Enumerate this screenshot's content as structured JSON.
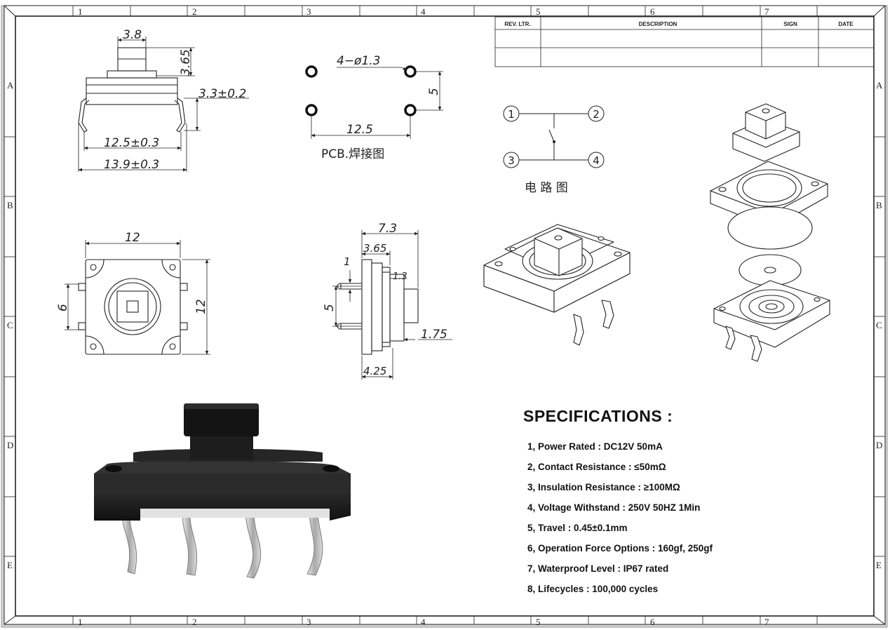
{
  "frame": {
    "zone_numbers": [
      "1",
      "2",
      "3",
      "4",
      "5",
      "6",
      "7"
    ],
    "zone_letters": [
      "A",
      "B",
      "C",
      "D",
      "E"
    ]
  },
  "revision_table": {
    "headers": [
      "REV. LTR.",
      "DESCRIPTION",
      "SIGN",
      "DATE"
    ]
  },
  "side_view": {
    "dim_cap_width": "3.8",
    "dim_cap_height": "3.65",
    "dim_lead_height": "3.3±0.2",
    "dim_body_width": "12.5±0.3",
    "dim_overall_width": "13.9±0.3"
  },
  "pcb_layout": {
    "dim_holes": "4−ø1.3",
    "dim_pitch_y": "5",
    "dim_pitch_x": "12.5",
    "caption": "PCB.焊接图"
  },
  "circuit": {
    "pins": [
      "1",
      "2",
      "3",
      "4"
    ],
    "caption": "电 路 图"
  },
  "top_view": {
    "dim_width": "12",
    "dim_height": "12",
    "dim_lead_span": "6"
  },
  "profile_view": {
    "dim_total": "7.3",
    "dim_cap": "3.65",
    "dim_lead": "1",
    "dim_step": "1.3",
    "dim_pitch": "5",
    "dim_actuator": "1.75",
    "dim_base": "4.25"
  },
  "specifications": {
    "title": "SPECIFICATIONS :",
    "items": [
      "1, Power Rated : DC12V 50mA",
      "2, Contact Resistance :  ≤50mΩ",
      "3, Insulation Resistance : ≥100MΩ",
      "4, Voltage Withstand : 250V 50HZ 1Min",
      "5, Travel : 0.45±0.1mm",
      "6, Operation Force Options : 160gf, 250gf",
      "7, Waterproof Level : IP67 rated",
      "8, Lifecycles : 100,000 cycles"
    ]
  },
  "colors": {
    "line": "#222222",
    "switch_body": "#1c1c1c",
    "leads": "#c8c8c8"
  }
}
